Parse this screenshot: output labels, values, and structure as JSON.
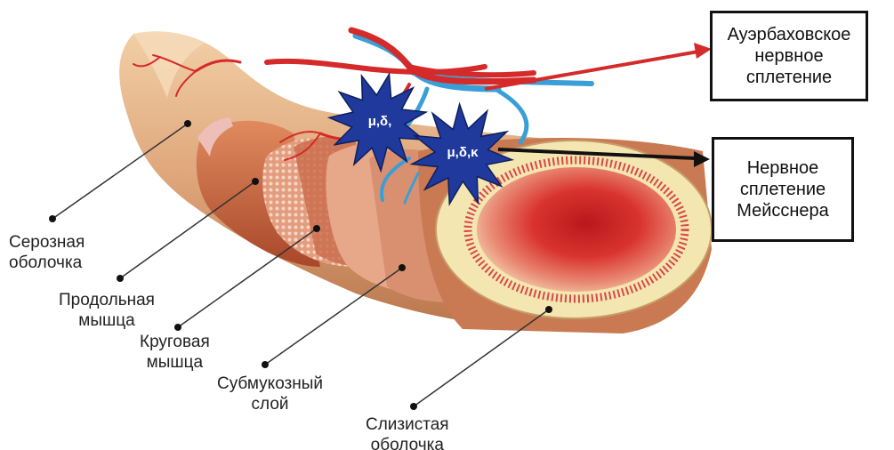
{
  "boxes": {
    "auerbach": [
      "Ауэрбаховское",
      "нервное",
      "сплетение"
    ],
    "meissner": [
      "Нервное",
      "сплетение",
      "Мейсснера"
    ]
  },
  "receptors": {
    "upper": "μ,δ,",
    "lower": "μ,δ,κ"
  },
  "labels": {
    "serosa": [
      "Серозная",
      "оболочка"
    ],
    "longitudinal": [
      "Продольная",
      "мышца"
    ],
    "circular": [
      "Круговая",
      "мышца"
    ],
    "submucosa": [
      "Субмукозный",
      "слой"
    ],
    "mucosa": [
      "Слизистая",
      "оболочка"
    ]
  },
  "colors": {
    "artery": "#d42a2a",
    "vein": "#3a9fd6",
    "receptor_star": "#1f3a9c",
    "serosa": "#e8b48a",
    "muscle": "#c8643c",
    "mucosa_ring": "#f3e6b0",
    "lumen": "#d9282a"
  }
}
